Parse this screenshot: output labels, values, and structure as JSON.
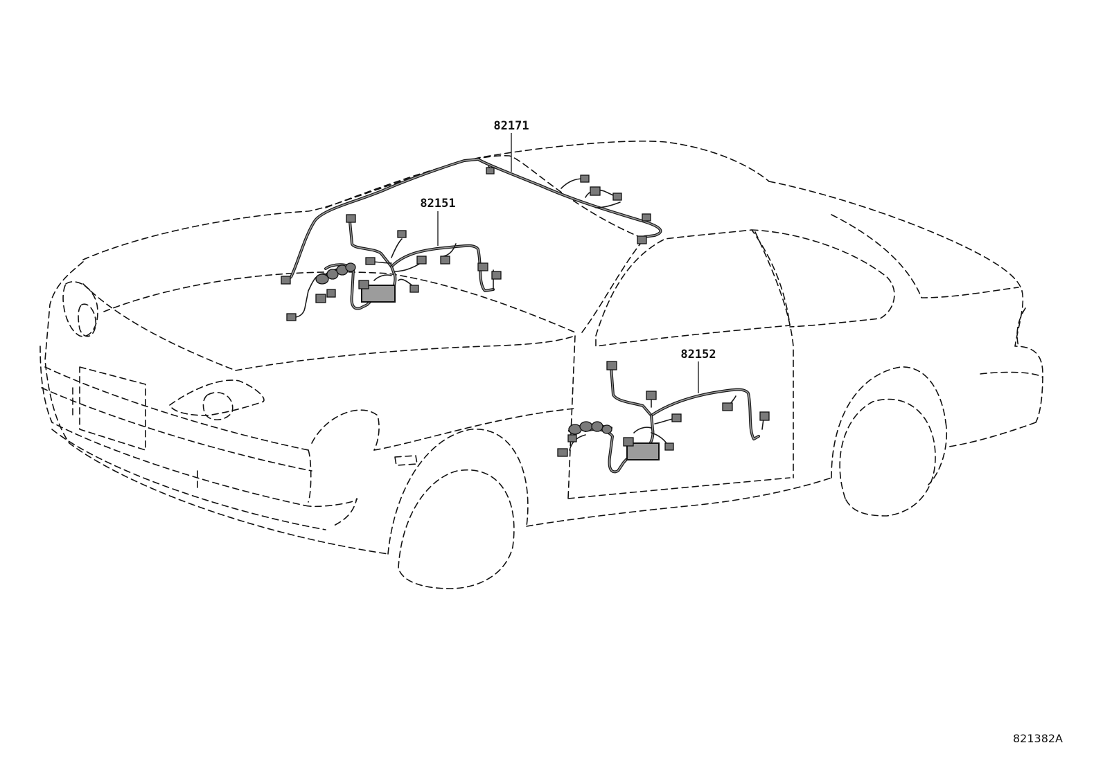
{
  "labels": {
    "roof_harness": "82171",
    "instrument_harness": "82151",
    "door_harness": "82152"
  },
  "reference": "821382A"
}
